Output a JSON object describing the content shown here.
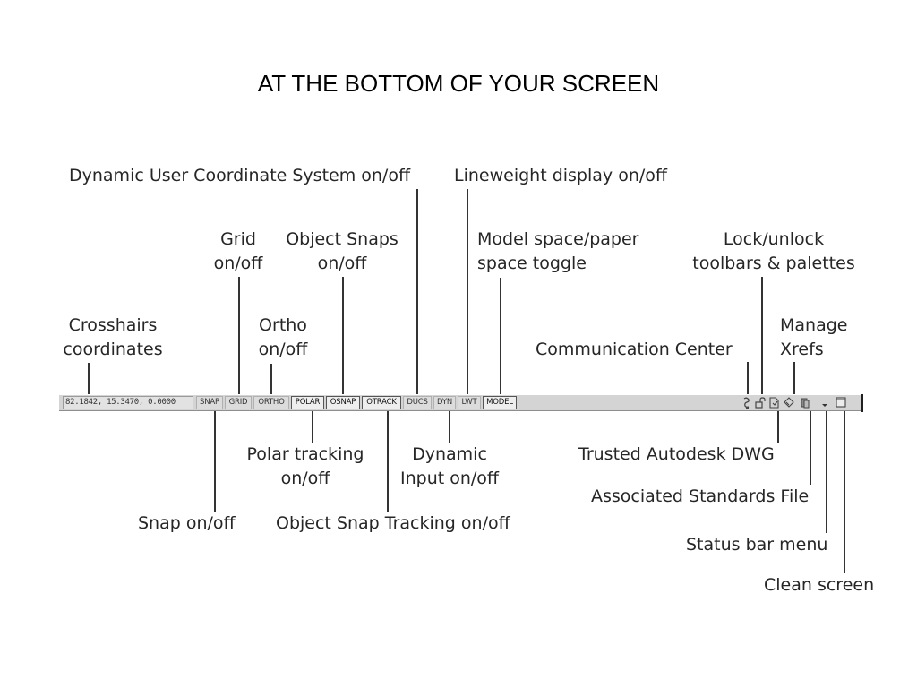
{
  "title": "AT THE BOTTOM OF YOUR SCREEN",
  "status_bar": {
    "coordinates": "82.1842, 15.3470, 0.0000",
    "buttons": {
      "snap": "SNAP",
      "grid": "GRID",
      "ortho": "ORTHO",
      "polar": "POLAR",
      "osnap": "OSNAP",
      "otrack": "OTRACK",
      "ducs": "DUCS",
      "dyn": "DYN",
      "lwt": "LWT",
      "model": "MODEL"
    },
    "active_buttons": [
      "polar",
      "osnap",
      "otrack",
      "model"
    ],
    "tray_icons": [
      "communication-center-icon",
      "lock-icon",
      "trusted-dwg-icon",
      "standards-icon",
      "xref-icon",
      "status-bar-menu-icon",
      "clean-screen-icon"
    ]
  },
  "callouts": {
    "ducs": "Dynamic User Coordinate System on/off",
    "lwt": "Lineweight display on/off",
    "grid_1": "Grid",
    "grid_2": "on/off",
    "osnap_1": "Object Snaps",
    "osnap_2": "on/off",
    "model_1": "Model space/paper",
    "model_2": "space toggle",
    "lock_1": "Lock/unlock",
    "lock_2": "toolbars & palettes",
    "crosshairs_1": "Crosshairs",
    "crosshairs_2": "coordinates",
    "ortho_1": "Ortho",
    "ortho_2": "on/off",
    "xrefs_1": "Manage",
    "xrefs_2": "Xrefs",
    "comm_center": "Communication Center",
    "polar_1": "Polar tracking",
    "polar_2": "on/off",
    "dyn_1": "Dynamic",
    "dyn_2": "Input on/off",
    "trusted_dwg": "Trusted Autodesk DWG",
    "standards": "Associated Standards File",
    "snap": "Snap on/off",
    "otrack": "Object Snap Tracking on/off",
    "status_menu": "Status bar menu",
    "clean_screen": "Clean screen"
  }
}
